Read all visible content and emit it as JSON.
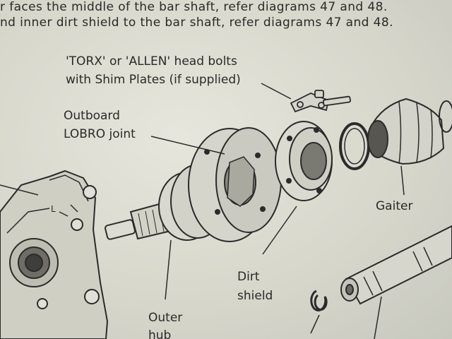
{
  "document": {
    "instruction_lines": [
      "r faces the middle of the bar shaft, refer diagrams 47 and 48.",
      "nd inner dirt shield to the bar shaft, refer diagrams 47 and 48."
    ],
    "labels": {
      "bolts_line1": "'TORX' or 'ALLEN'  head bolts",
      "bolts_line2": "with Shim Plates (if supplied)",
      "lobro_line1": "Outboard",
      "lobro_line2": "LOBRO joint",
      "gaiter": "Gaiter",
      "dirt_line1": "Dirt",
      "dirt_line2": "shield",
      "hub_line1": "Outer",
      "hub_line2": "hub"
    },
    "colors": {
      "paper": "#d9d9cf",
      "ink": "#2a2a28"
    }
  }
}
